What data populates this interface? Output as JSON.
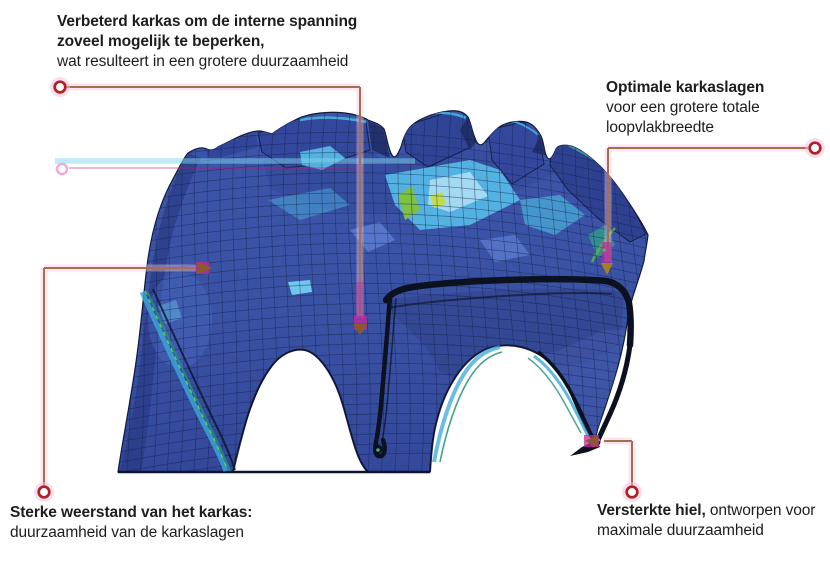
{
  "callouts": {
    "top_left": {
      "bold": "Verbeterd karkas om de interne spanning zoveel mogelijk te beperken,",
      "regular": "wat resulteert in een grotere duurzaamheid"
    },
    "top_right": {
      "bold": "Optimale karkaslagen",
      "regular": "voor een grotere totale loopvlakbreedte"
    },
    "bottom_left": {
      "bold": "Sterke weerstand van het karkas:",
      "regular": "duurzaamheid van de karkaslagen"
    },
    "bottom_right": {
      "bold": "Versterkte hiel,",
      "regular": "ontworpen voor maximale duurzaamheid"
    }
  },
  "colors": {
    "marker_ring": "#b02025",
    "leader_line": "#a1714e",
    "arrow_brown": "#8c5a28",
    "highlight_magenta": "#c02b9e",
    "text": "#1d1d1b",
    "tire_blue": "#3a53a6",
    "tire_blue_dark": "#2a3b84",
    "stress_cyan": "#55b7e6",
    "stress_pale": "#a8dcf2",
    "stress_green": "#7dc242",
    "ply_teal": "#1f8f7a",
    "ply_cyan": "#3aa8d8",
    "mesh_line": "#141f4a",
    "carcass_black": "#0c1120"
  }
}
